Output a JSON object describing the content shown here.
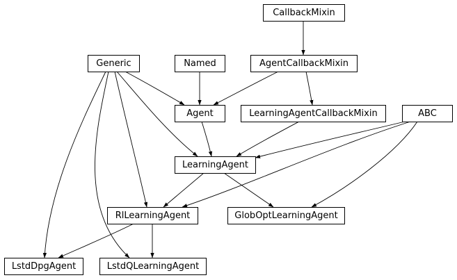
{
  "diagram": {
    "nodes": [
      {
        "id": "callback_mixin",
        "label": "CallbackMixin"
      },
      {
        "id": "generic",
        "label": "Generic"
      },
      {
        "id": "named",
        "label": "Named"
      },
      {
        "id": "agent_callback_mixin",
        "label": "AgentCallbackMixin"
      },
      {
        "id": "agent",
        "label": "Agent"
      },
      {
        "id": "learning_agent_callback_mixin",
        "label": "LearningAgentCallbackMixin"
      },
      {
        "id": "abc",
        "label": "ABC"
      },
      {
        "id": "learning_agent",
        "label": "LearningAgent"
      },
      {
        "id": "rl_learning_agent",
        "label": "RlLearningAgent"
      },
      {
        "id": "glob_opt_learning_agent",
        "label": "GlobOptLearningAgent"
      },
      {
        "id": "lstd_dpg_agent",
        "label": "LstdDpgAgent"
      },
      {
        "id": "lstd_q_learning_agent",
        "label": "LstdQLearningAgent"
      }
    ],
    "edges": [
      {
        "from": "callback_mixin",
        "to": "agent_callback_mixin"
      },
      {
        "from": "agent_callback_mixin",
        "to": "agent"
      },
      {
        "from": "agent_callback_mixin",
        "to": "learning_agent_callback_mixin"
      },
      {
        "from": "named",
        "to": "agent"
      },
      {
        "from": "generic",
        "to": "agent"
      },
      {
        "from": "generic",
        "to": "learning_agent"
      },
      {
        "from": "generic",
        "to": "rl_learning_agent"
      },
      {
        "from": "generic",
        "to": "lstd_dpg_agent"
      },
      {
        "from": "generic",
        "to": "lstd_q_learning_agent"
      },
      {
        "from": "agent",
        "to": "learning_agent"
      },
      {
        "from": "learning_agent_callback_mixin",
        "to": "learning_agent"
      },
      {
        "from": "abc",
        "to": "learning_agent"
      },
      {
        "from": "abc",
        "to": "rl_learning_agent"
      },
      {
        "from": "abc",
        "to": "glob_opt_learning_agent"
      },
      {
        "from": "learning_agent",
        "to": "rl_learning_agent"
      },
      {
        "from": "learning_agent",
        "to": "glob_opt_learning_agent"
      },
      {
        "from": "rl_learning_agent",
        "to": "lstd_dpg_agent"
      },
      {
        "from": "rl_learning_agent",
        "to": "lstd_q_learning_agent"
      }
    ]
  }
}
